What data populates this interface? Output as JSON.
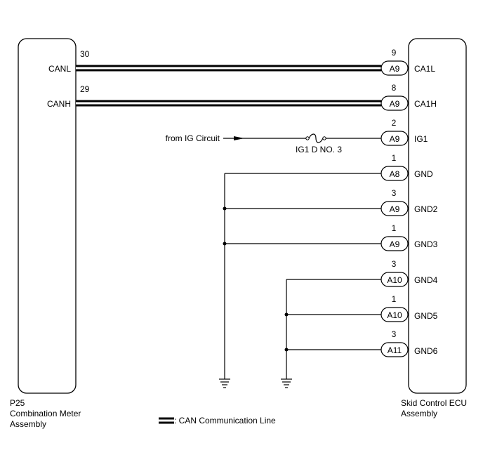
{
  "left_ecu": {
    "ref": "P25",
    "name_line1": "Combination Meter",
    "name_line2": "Assembly",
    "pins": [
      {
        "signal": "CANL",
        "number": "30"
      },
      {
        "signal": "CANH",
        "number": "29"
      }
    ]
  },
  "right_ecu": {
    "name_line1": "Skid Control ECU",
    "name_line2": "Assembly",
    "pins": [
      {
        "signal": "CA1L",
        "number": "9",
        "connector": "A9"
      },
      {
        "signal": "CA1H",
        "number": "8",
        "connector": "A9"
      },
      {
        "signal": "IG1",
        "number": "2",
        "connector": "A9"
      },
      {
        "signal": "GND",
        "number": "1",
        "connector": "A8"
      },
      {
        "signal": "GND2",
        "number": "3",
        "connector": "A9"
      },
      {
        "signal": "GND3",
        "number": "1",
        "connector": "A9"
      },
      {
        "signal": "GND4",
        "number": "3",
        "connector": "A10"
      },
      {
        "signal": "GND5",
        "number": "1",
        "connector": "A10"
      },
      {
        "signal": "GND6",
        "number": "3",
        "connector": "A11"
      }
    ]
  },
  "ig_source_label": "from IG Circuit",
  "fuse_label": "IG1 D NO. 3",
  "legend_label": ": CAN Communication Line"
}
